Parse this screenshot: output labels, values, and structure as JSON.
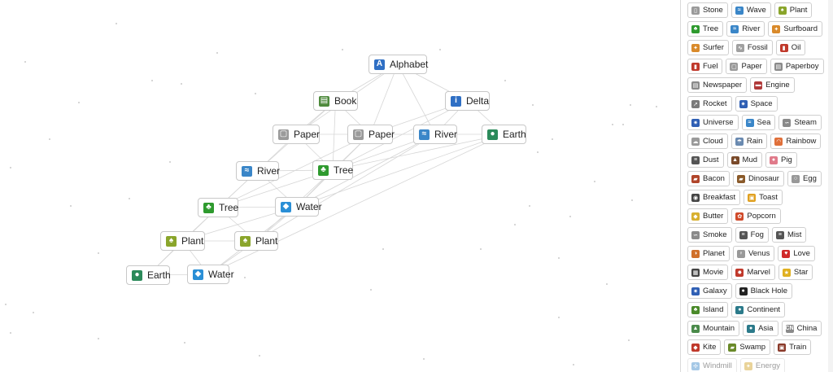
{
  "canvas": {
    "nodes": [
      {
        "id": "alphabet",
        "label": "Alphabet",
        "icon": "alphabet-icon",
        "glyph": "A",
        "color": "#2f6fc4"
      },
      {
        "id": "book",
        "label": "Book",
        "icon": "book-icon",
        "glyph": "▤",
        "color": "#4e8a3c"
      },
      {
        "id": "delta",
        "label": "Delta",
        "icon": "delta-icon",
        "glyph": "i",
        "color": "#2f6fc4"
      },
      {
        "id": "paper1",
        "label": "Paper",
        "icon": "paper-icon",
        "glyph": "▢",
        "color": "#9a9a9a"
      },
      {
        "id": "paper2",
        "label": "Paper",
        "icon": "paper-icon",
        "glyph": "▢",
        "color": "#9a9a9a"
      },
      {
        "id": "river1",
        "label": "River",
        "icon": "wave-icon",
        "glyph": "≈",
        "color": "#3a86c8"
      },
      {
        "id": "earth1",
        "label": "Earth",
        "icon": "earth-icon",
        "glyph": "●",
        "color": "#2b8a5a"
      },
      {
        "id": "river2",
        "label": "River",
        "icon": "wave-icon",
        "glyph": "≈",
        "color": "#3a86c8"
      },
      {
        "id": "tree1",
        "label": "Tree",
        "icon": "tree-icon",
        "glyph": "♣",
        "color": "#2e9a2e"
      },
      {
        "id": "tree2",
        "label": "Tree",
        "icon": "tree-icon",
        "glyph": "♣",
        "color": "#2e9a2e"
      },
      {
        "id": "water1",
        "label": "Water",
        "icon": "water-drop-icon",
        "glyph": "◆",
        "color": "#2a8fd6"
      },
      {
        "id": "plant1",
        "label": "Plant",
        "icon": "plant-icon",
        "glyph": "♠",
        "color": "#8aa52b"
      },
      {
        "id": "plant2",
        "label": "Plant",
        "icon": "plant-icon",
        "glyph": "♠",
        "color": "#8aa52b"
      },
      {
        "id": "earth2",
        "label": "Earth",
        "icon": "earth-icon",
        "glyph": "●",
        "color": "#2b8a5a"
      },
      {
        "id": "water2",
        "label": "Water",
        "icon": "water-drop-icon",
        "glyph": "◆",
        "color": "#2a8fd6"
      }
    ]
  },
  "sidebar": {
    "items": [
      {
        "label": "Stone",
        "icon": "stone-icon",
        "glyph": "▯",
        "color": "#9a9a9a"
      },
      {
        "label": "Wave",
        "icon": "wave-icon",
        "glyph": "≈",
        "color": "#3a86c8"
      },
      {
        "label": "Plant",
        "icon": "plant-icon",
        "glyph": "♠",
        "color": "#8aa52b"
      },
      {
        "label": "Tree",
        "icon": "tree-icon",
        "glyph": "♣",
        "color": "#2e9a2e"
      },
      {
        "label": "River",
        "icon": "wave-icon",
        "glyph": "≈",
        "color": "#3a86c8"
      },
      {
        "label": "Surfboard",
        "icon": "surfboard-icon",
        "glyph": "✦",
        "color": "#d98a2b"
      },
      {
        "label": "Surfer",
        "icon": "surfer-icon",
        "glyph": "✦",
        "color": "#d98a2b"
      },
      {
        "label": "Fossil",
        "icon": "fossil-icon",
        "glyph": "∿",
        "color": "#a0a0a0"
      },
      {
        "label": "Oil",
        "icon": "oil-icon",
        "glyph": "▮",
        "color": "#c0392b"
      },
      {
        "label": "Fuel",
        "icon": "fuel-icon",
        "glyph": "▮",
        "color": "#c0392b"
      },
      {
        "label": "Paper",
        "icon": "paper-icon",
        "glyph": "▢",
        "color": "#9a9a9a"
      },
      {
        "label": "Paperboy",
        "icon": "newspaper-icon",
        "glyph": "▤",
        "color": "#8a8a8a"
      },
      {
        "label": "Newspaper",
        "icon": "newspaper-icon",
        "glyph": "▤",
        "color": "#8a8a8a"
      },
      {
        "label": "Engine",
        "icon": "car-icon",
        "glyph": "▬",
        "color": "#b03a3a"
      },
      {
        "label": "Rocket",
        "icon": "rocket-icon",
        "glyph": "➚",
        "color": "#7a7a7a"
      },
      {
        "label": "Space",
        "icon": "space-icon",
        "glyph": "✷",
        "color": "#2f5fb4"
      },
      {
        "label": "Universe",
        "icon": "universe-icon",
        "glyph": "✷",
        "color": "#2f5fb4"
      },
      {
        "label": "Sea",
        "icon": "wave-icon",
        "glyph": "≈",
        "color": "#3a86c8"
      },
      {
        "label": "Steam",
        "icon": "steam-icon",
        "glyph": "∽",
        "color": "#8a8a8a"
      },
      {
        "label": "Cloud",
        "icon": "cloud-icon",
        "glyph": "☁",
        "color": "#9a9a9a"
      },
      {
        "label": "Rain",
        "icon": "rain-cloud-icon",
        "glyph": "☂",
        "color": "#6a8ab0"
      },
      {
        "label": "Rainbow",
        "icon": "rainbow-icon",
        "glyph": "◠",
        "color": "#e0703a"
      },
      {
        "label": "Dust",
        "icon": "dust-icon",
        "glyph": "≡",
        "color": "#555555"
      },
      {
        "label": "Mud",
        "icon": "mud-icon",
        "glyph": "▲",
        "color": "#7a4a2a"
      },
      {
        "label": "Pig",
        "icon": "pig-icon",
        "glyph": "●",
        "color": "#e07a8a"
      },
      {
        "label": "Bacon",
        "icon": "bacon-icon",
        "glyph": "▰",
        "color": "#b0452a"
      },
      {
        "label": "Dinosaur",
        "icon": "dinosaur-icon",
        "glyph": "▰",
        "color": "#8a5a2a"
      },
      {
        "label": "Egg",
        "icon": "egg-icon",
        "glyph": "○",
        "color": "#999999"
      },
      {
        "label": "Breakfast",
        "icon": "magnifier-icon",
        "glyph": "◉",
        "color": "#444444"
      },
      {
        "label": "Toast",
        "icon": "toast-icon",
        "glyph": "▣",
        "color": "#e0a020"
      },
      {
        "label": "Butter",
        "icon": "butter-icon",
        "glyph": "◆",
        "color": "#d8b030"
      },
      {
        "label": "Popcorn",
        "icon": "popcorn-icon",
        "glyph": "✿",
        "color": "#d04a2a"
      },
      {
        "label": "Smoke",
        "icon": "smoke-icon",
        "glyph": "∽",
        "color": "#8a8a8a"
      },
      {
        "label": "Fog",
        "icon": "fog-icon",
        "glyph": "≡",
        "color": "#555555"
      },
      {
        "label": "Mist",
        "icon": "mist-icon",
        "glyph": "≡",
        "color": "#555555"
      },
      {
        "label": "Planet",
        "icon": "planet-icon",
        "glyph": "◑",
        "color": "#d0702a"
      },
      {
        "label": "Venus",
        "icon": "venus-icon",
        "glyph": "♀",
        "color": "#999999"
      },
      {
        "label": "Love",
        "icon": "heart-icon",
        "glyph": "♥",
        "color": "#d02a2a"
      },
      {
        "label": "Movie",
        "icon": "movie-icon",
        "glyph": "▦",
        "color": "#444444"
      },
      {
        "label": "Marvel",
        "icon": "marvel-icon",
        "glyph": "✸",
        "color": "#c0392b"
      },
      {
        "label": "Star",
        "icon": "star-icon",
        "glyph": "★",
        "color": "#e0b020"
      },
      {
        "label": "Galaxy",
        "icon": "galaxy-icon",
        "glyph": "✷",
        "color": "#2f5fb4"
      },
      {
        "label": "Black Hole",
        "icon": "black-hole-icon",
        "glyph": "●",
        "color": "#222222"
      },
      {
        "label": "Island",
        "icon": "island-icon",
        "glyph": "♣",
        "color": "#4a8a2a"
      },
      {
        "label": "Continent",
        "icon": "globe-icon",
        "glyph": "●",
        "color": "#2b7a8a"
      },
      {
        "label": "Mountain",
        "icon": "mountain-icon",
        "glyph": "▲",
        "color": "#4a8a4a"
      },
      {
        "label": "Asia",
        "icon": "globe-icon",
        "glyph": "●",
        "color": "#2b7a8a"
      },
      {
        "label": "China",
        "icon": "cn-flag-icon",
        "glyph": "CN",
        "color": "#8a8a8a"
      },
      {
        "label": "Kite",
        "icon": "kite-icon",
        "glyph": "◆",
        "color": "#c0392b"
      },
      {
        "label": "Swamp",
        "icon": "swamp-icon",
        "glyph": "▰",
        "color": "#6a8a2a"
      },
      {
        "label": "Train",
        "icon": "train-icon",
        "glyph": "▣",
        "color": "#8a3a2a"
      },
      {
        "label": "Windmill",
        "icon": "windmill-icon",
        "glyph": "✢",
        "color": "#3a86c8",
        "faded": true
      },
      {
        "label": "Energy",
        "icon": "energy-icon",
        "glyph": "✦",
        "color": "#d0a020",
        "faded": true
      }
    ]
  }
}
